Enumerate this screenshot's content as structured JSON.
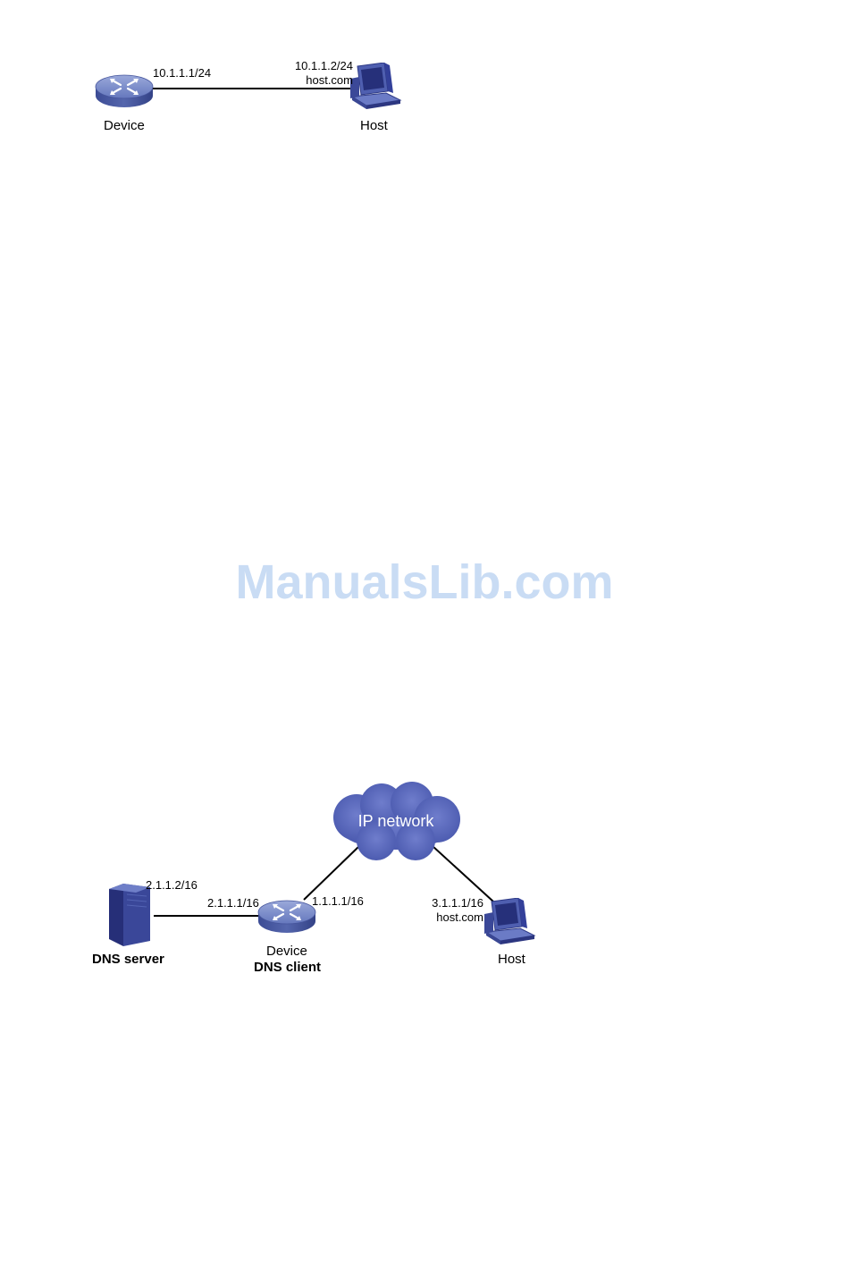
{
  "top_diagram": {
    "device": {
      "name": "Device",
      "ip": "10.1.1.1/24"
    },
    "host": {
      "name": "Host",
      "ip": "10.1.1.2/24",
      "domain": "host.com"
    }
  },
  "watermark": "ManualsLib.com",
  "bottom_diagram": {
    "cloud": {
      "label": "IP network"
    },
    "dns_server": {
      "name": "DNS server",
      "ip": "2.1.1.2/16"
    },
    "device": {
      "name": "Device",
      "role": "DNS client",
      "ip_left": "2.1.1.1/16",
      "ip_right": "1.1.1.1/16"
    },
    "host": {
      "name": "Host",
      "ip": "3.1.1.1/16",
      "domain": "host.com"
    }
  },
  "colors": {
    "device_blue": "#6173b8",
    "device_dark": "#3b4b93",
    "cloud_blue": "#5968bb",
    "server_blue": "#33408f",
    "link": "#000000",
    "watermark": "#c9dcf4"
  }
}
